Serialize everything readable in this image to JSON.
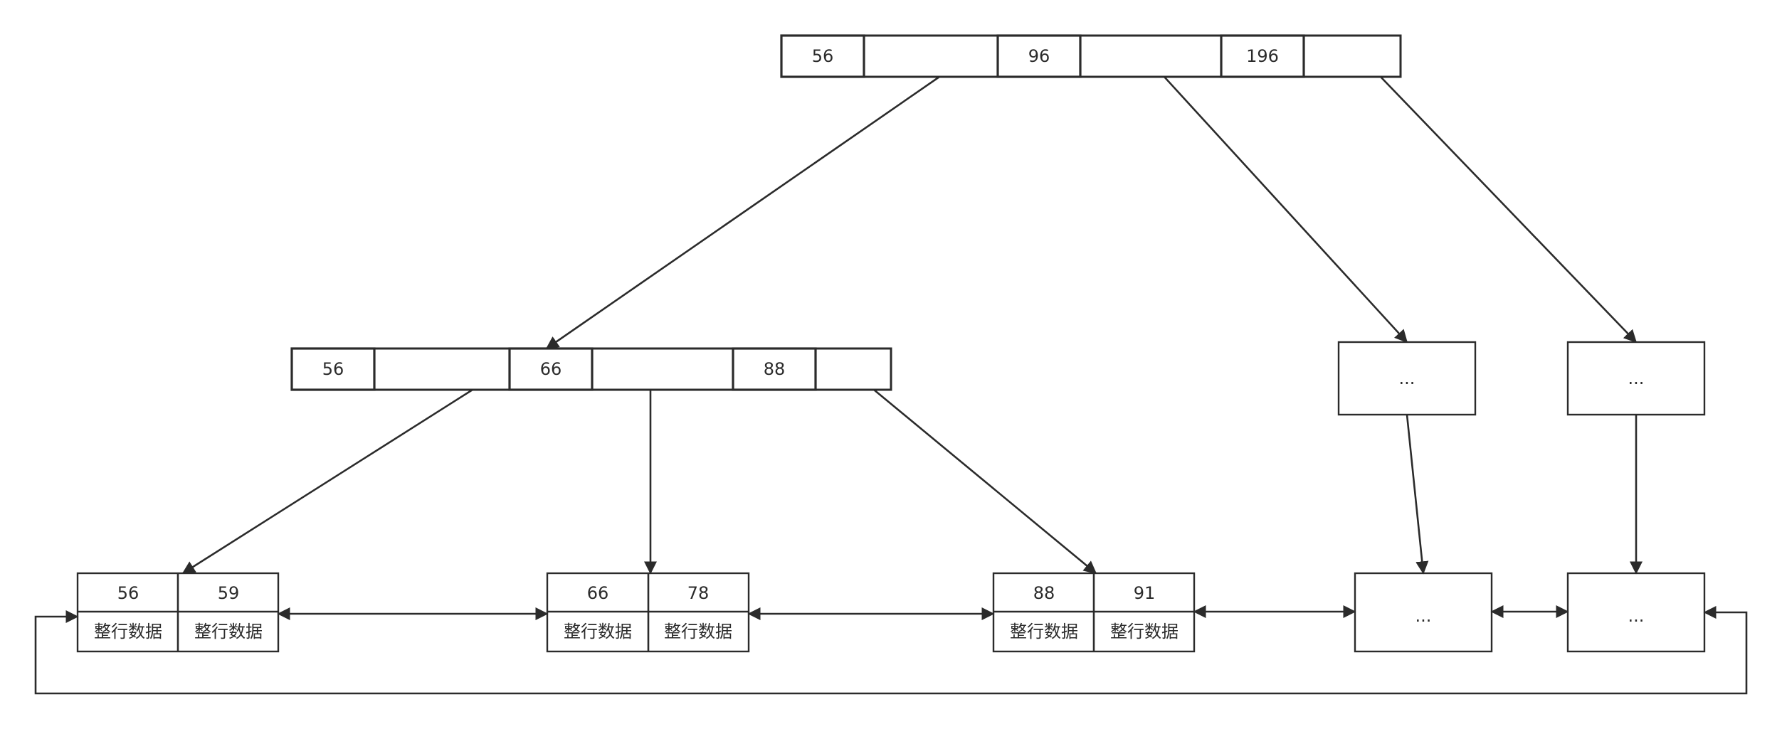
{
  "root": {
    "keys": [
      "56",
      "96",
      "196"
    ]
  },
  "internal": {
    "keys": [
      "56",
      "66",
      "88"
    ]
  },
  "placeholder_internal": [
    "...",
    "..."
  ],
  "leaves": [
    {
      "keys": [
        "56",
        "59"
      ],
      "data": [
        "整行数据",
        "整行数据"
      ]
    },
    {
      "keys": [
        "66",
        "78"
      ],
      "data": [
        "整行数据",
        "整行数据"
      ]
    },
    {
      "keys": [
        "88",
        "91"
      ],
      "data": [
        "整行数据",
        "整行数据"
      ]
    }
  ],
  "placeholder_leaves": [
    "...",
    "..."
  ],
  "colors": {
    "stroke": "#2b2b2b",
    "background": "#ffffff"
  }
}
